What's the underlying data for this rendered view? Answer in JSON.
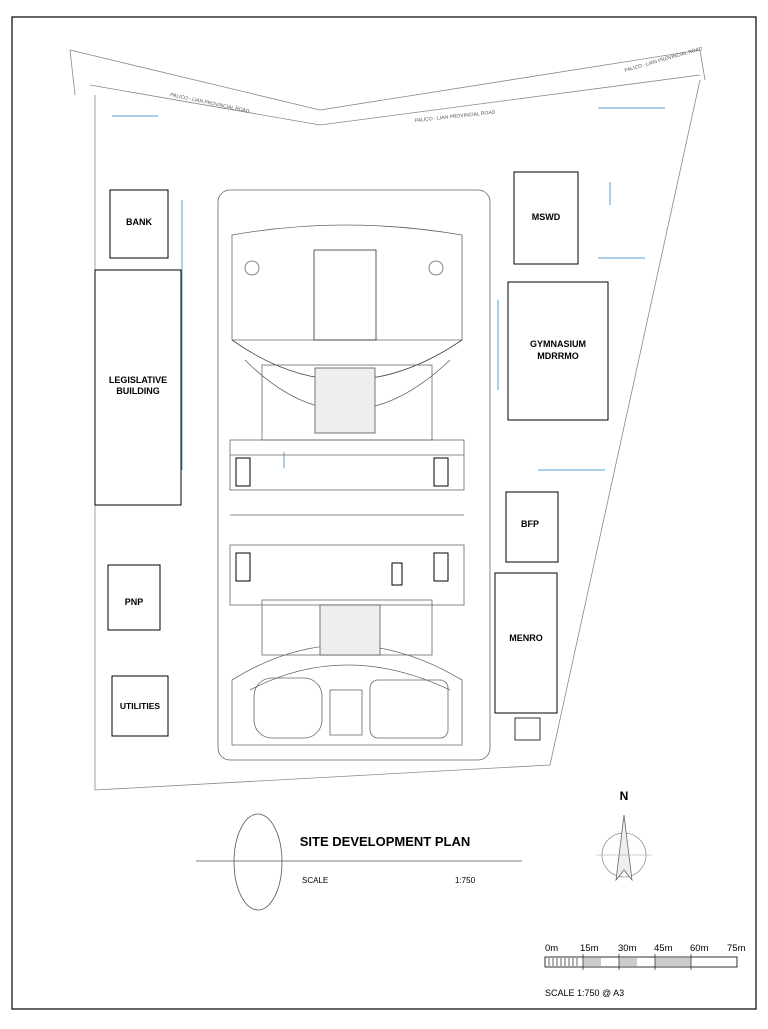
{
  "title": "SITE DEVELOPMENT PLAN",
  "scale_label": "SCALE",
  "scale_value": "1:750",
  "north": "N",
  "scale_bar": {
    "ticks": [
      "0m",
      "15m",
      "30m",
      "45m",
      "60m",
      "75m"
    ],
    "caption": "SCALE 1:750  @ A3"
  },
  "roads": [
    "PALICO - LIAN PROVINCIAL ROAD",
    "PALICO - LIAN PROVINCIAL ROAD",
    "PALICO - LIAN PROVINCIAL ROAD"
  ],
  "buildings": {
    "bank": "BANK",
    "legislative": [
      "LEGISLATIVE",
      "BUILDING"
    ],
    "pnp": "PNP",
    "utilities": "UTILITIES",
    "mswd": "MSWD",
    "gymnasium": [
      "GYMNASIUM",
      "MDRRMO"
    ],
    "bfp": "BFP",
    "menro": "MENRO"
  },
  "colors": {
    "ink": "#000000",
    "line": "#555555",
    "light": "#aaaaaa",
    "blue": "#5aa0d6",
    "fill": "#cccccc"
  }
}
